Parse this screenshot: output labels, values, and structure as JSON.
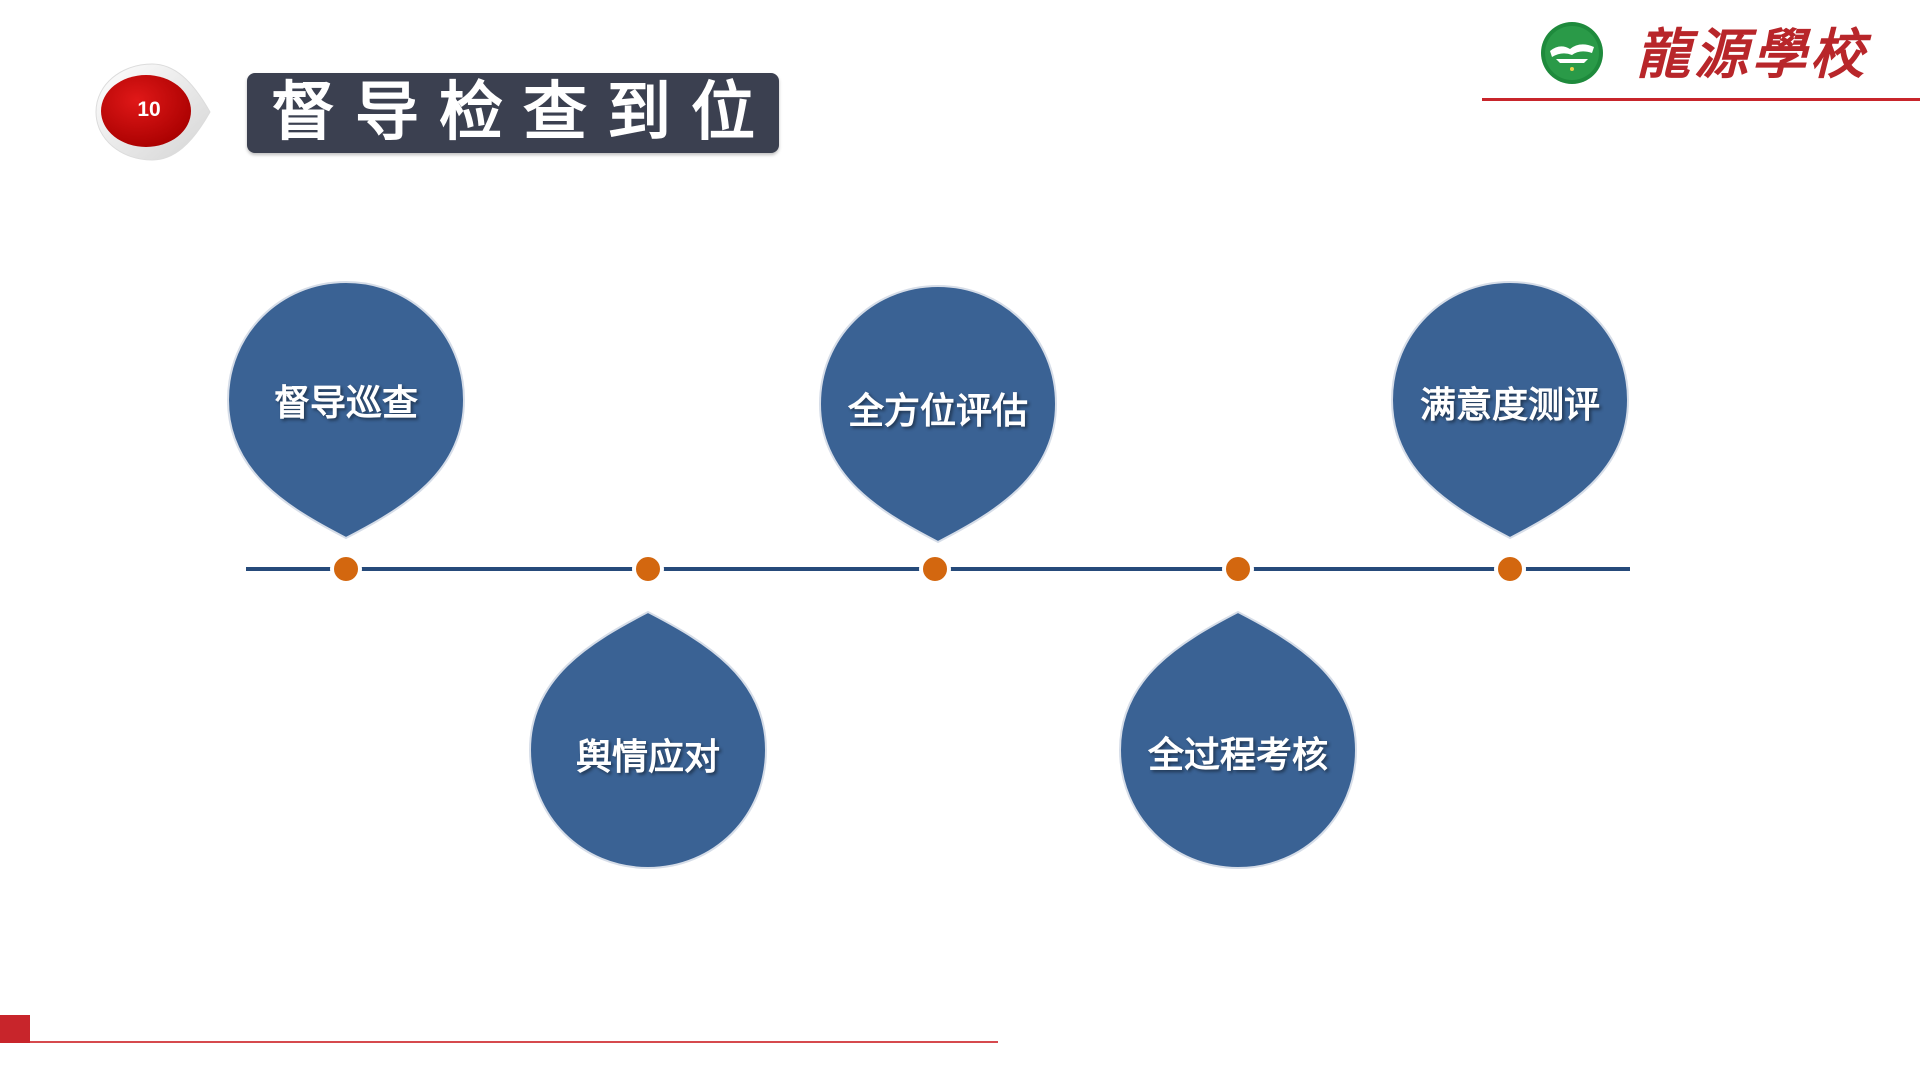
{
  "slide": {
    "page_number": "10",
    "title": "督导检查到位"
  },
  "logo": {
    "text": "龍源學校",
    "icon": "school-emblem-icon"
  },
  "timeline": {
    "items": [
      {
        "label": "督导巡查",
        "position": "above"
      },
      {
        "label": "舆情应对",
        "position": "below"
      },
      {
        "label": "全方位评估",
        "position": "above"
      },
      {
        "label": "全过程考核",
        "position": "below"
      },
      {
        "label": "满意度测评",
        "position": "above"
      }
    ]
  },
  "colors": {
    "drop_fill": "#3a6294",
    "timeline_line": "#264a7a",
    "timeline_dot": "#d3670f",
    "title_bg": "#3b4050",
    "accent_red": "#c8252b",
    "badge_red": "#c00000"
  }
}
